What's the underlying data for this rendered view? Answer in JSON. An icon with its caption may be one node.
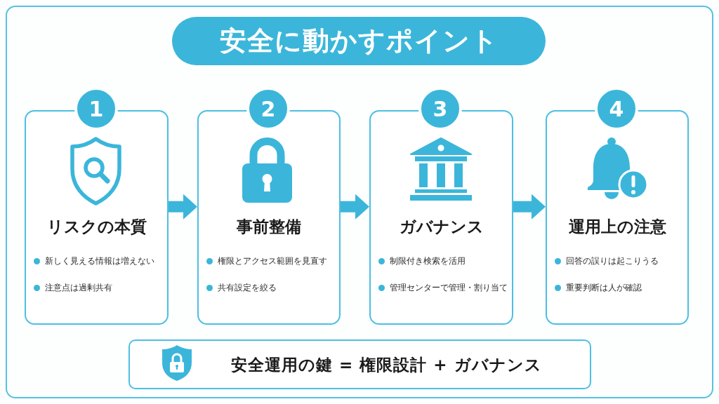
{
  "diagram": {
    "title": "安全に動かすポイント",
    "nodes": [
      {
        "text": [
          "1"
        ]
      },
      {
        "text": [
          "リスクの本質",
          "新しく見える情報は増えない",
          "注意点は過剰共有"
        ]
      },
      {
        "text": [
          "2"
        ]
      },
      {
        "text": [
          "事前整備",
          "権限とアクセス範囲を見直す",
          "共有設定を絞る"
        ]
      },
      {
        "text": [
          "3"
        ]
      },
      {
        "text": [
          "ガバナンス",
          "制限付き検索を活用",
          "管理センターで管理・割り当て"
        ]
      },
      {
        "text": [
          "4"
        ]
      },
      {
        "text": [
          "運用上の注意",
          "回答の誤りは起こりうる",
          "重要判断は人が確認"
        ]
      },
      {
        "text": [
          "安全運用の鍵 = 権限設計 + ガバナンス"
        ]
      }
    ],
    "edges": [
      {
        "from": 1,
        "to": 3,
        "arrow": "to"
      },
      {
        "from": 3,
        "to": 5,
        "arrow": "to"
      },
      {
        "from": 5,
        "to": 7,
        "arrow": "to"
      }
    ]
  }
}
